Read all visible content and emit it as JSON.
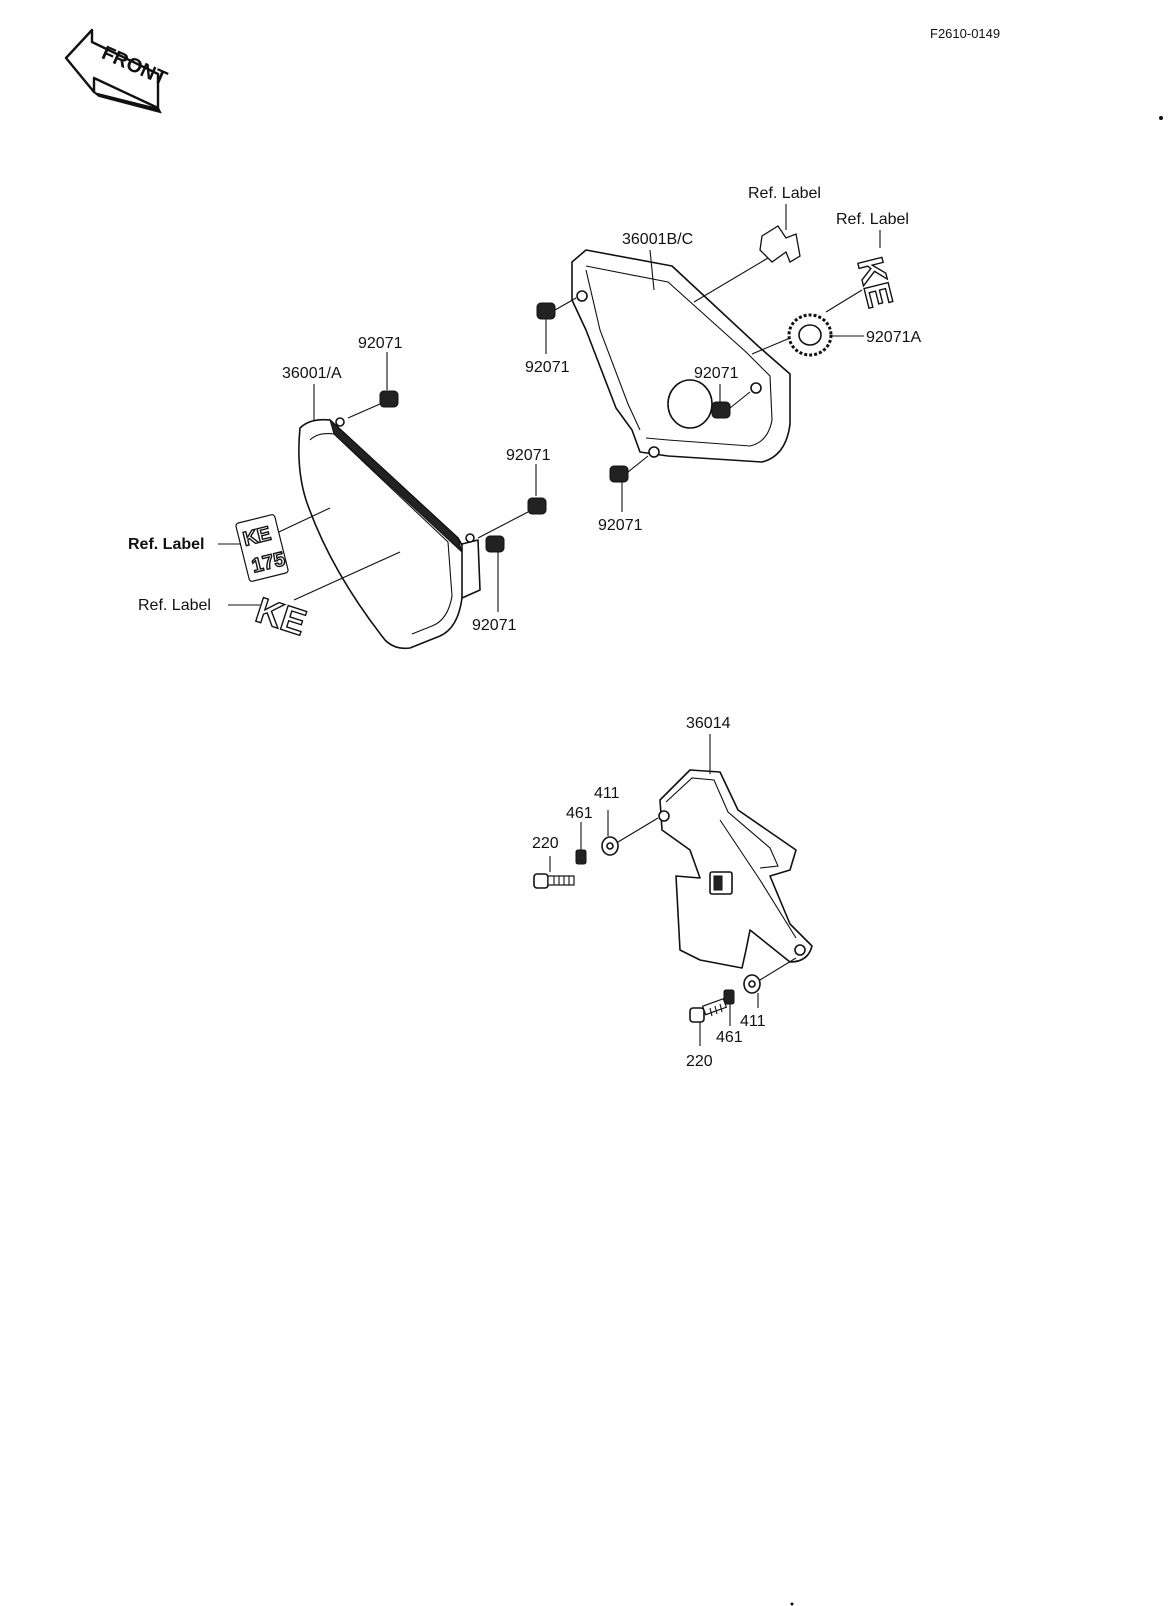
{
  "figure_code": "F2610-0149",
  "front_arrow": {
    "label": "FRONT"
  },
  "left_cover": {
    "part_number": "36001/A",
    "grommet_labels": [
      "92071",
      "92071",
      "92071"
    ],
    "ref_labels": [
      "Ref. Label",
      "Ref. Label"
    ],
    "emblem_text": [
      "KE",
      "175"
    ],
    "logo_text": "KE"
  },
  "right_cover": {
    "part_number": "36001B/C",
    "grommet_labels": [
      "92071",
      "92071",
      "92071"
    ],
    "large_grommet_label": "92071A",
    "ref_labels": [
      "Ref. Label",
      "Ref. Label"
    ],
    "logo_text": "KE"
  },
  "chain_guard": {
    "part_number": "36014",
    "fasteners": [
      {
        "washer": "411",
        "lock_washer": "461",
        "bolt": "220"
      },
      {
        "washer": "411",
        "lock_washer": "461",
        "bolt": "220"
      }
    ]
  }
}
